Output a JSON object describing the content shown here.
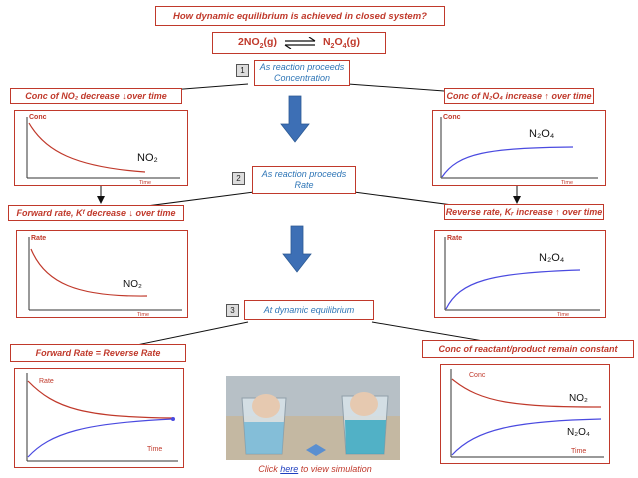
{
  "title": "How dynamic equilibrium is achieved in closed system?",
  "equation": {
    "left": "2NO",
    "left_sub": "2",
    "left_state": "(g)",
    "right": "N",
    "right_sub1": "2",
    "right_mid": "O",
    "right_sub2": "4",
    "right_state": "(g)"
  },
  "steps": [
    {
      "num": "1",
      "line1": "As reaction proceeds",
      "line2": "Concentration"
    },
    {
      "num": "2",
      "line1": "As reaction proceeds",
      "line2": "Rate"
    },
    {
      "num": "3",
      "line1": "At dynamic equilibrium",
      "line2": ""
    }
  ],
  "labels": {
    "conc_no2": "Conc of NO₂ decrease ↓over time",
    "conc_n2o4": "Conc of N₂O₄ increase ↑ over time",
    "forward_rate": "Forward rate, Kᶠ decrease ↓ over time",
    "reverse_rate": "Reverse rate, Kᵣ increase ↑ over time",
    "equal_rate": "Forward Rate = Reverse Rate",
    "constant_conc": "Conc of reactant/product remain constant"
  },
  "graphs": {
    "conc_axis": "Conc",
    "rate_axis": "Rate",
    "time_axis": "Time",
    "no2": "NO₂",
    "n2o4": "N₂O₄"
  },
  "footer": {
    "before": "Click ",
    "link": "here",
    "after": " to view simulation"
  },
  "colors": {
    "red": "#c0392b",
    "blue": "#4a4ae0",
    "arrow_blue": "#3d6fb5"
  }
}
